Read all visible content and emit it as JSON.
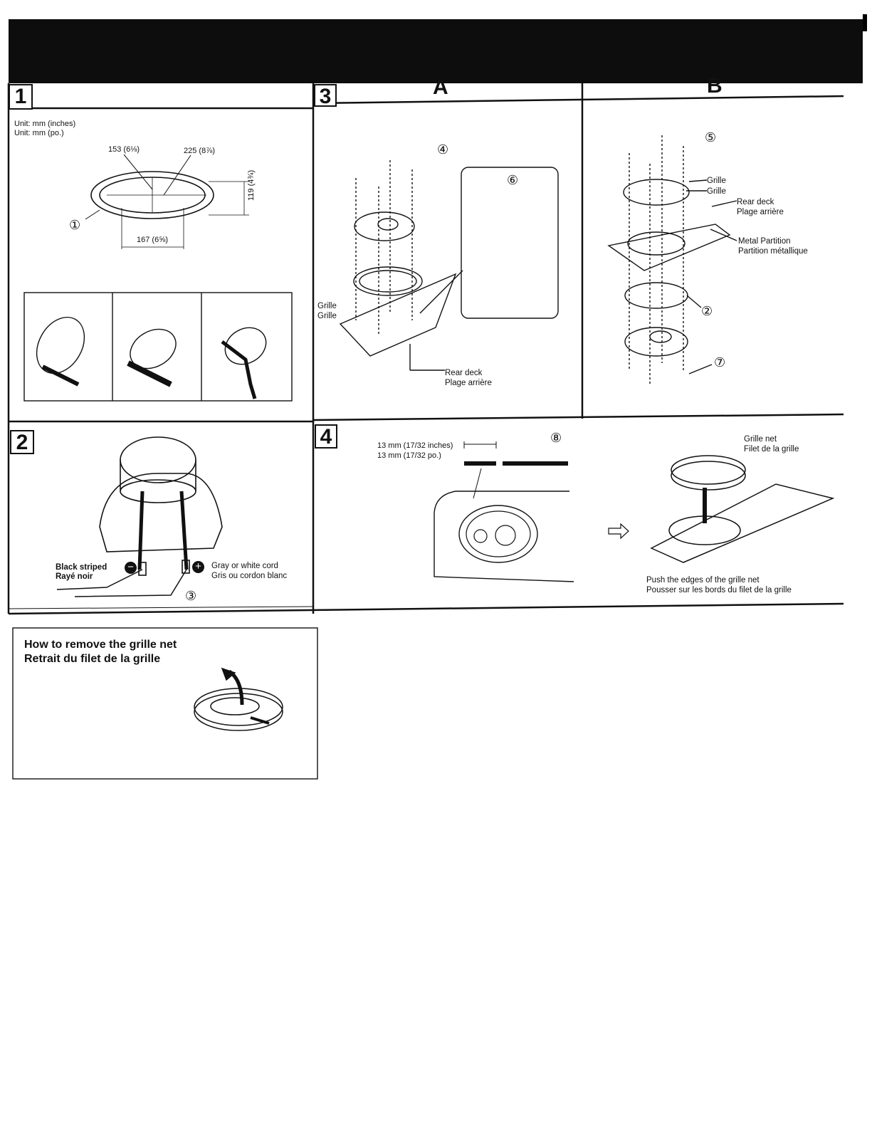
{
  "sections": {
    "s1": {
      "number": "1"
    },
    "s2": {
      "number": "2"
    },
    "s3": {
      "number": "3",
      "col_a": "A",
      "col_b": "B"
    },
    "s4": {
      "number": "4"
    }
  },
  "section1": {
    "unit_en": "Unit: mm (inches)",
    "unit_fr": "Unit: mm (po.)",
    "dim_153": "153 (6⅛)",
    "dim_225": "225 (8⅞)",
    "dim_119": "119 (4¾)",
    "dim_167": "167 (6⅝)",
    "callout_1": "①"
  },
  "section3a": {
    "callout_4": "④",
    "callout_6": "⑥",
    "grille_en": "Grille",
    "grille_fr": "Grille",
    "rear_deck_en": "Rear deck",
    "rear_deck_fr": "Plage arrière"
  },
  "section3b": {
    "callout_5": "⑤",
    "grille_en": "Grille",
    "grille_fr": "Grille",
    "rear_deck_en": "Rear deck",
    "rear_deck_fr": "Plage arrière",
    "metal_en": "Metal Partition",
    "metal_fr": "Partition métallique",
    "callout_2": "②",
    "callout_7": "⑦"
  },
  "section2": {
    "black_en": "Black striped",
    "black_fr": "Rayé noir",
    "gray_en": "Gray or white cord",
    "gray_fr": "Gris ou cordon blanc",
    "callout_3": "③"
  },
  "section4": {
    "dim_en": "13 mm (17/32 inches)",
    "dim_fr": "13 mm (17/32 po.)",
    "callout_8": "⑧",
    "grille_net_en": "Grille net",
    "grille_net_fr": "Filet de la grille",
    "push_en": "Push the edges of the grille net",
    "push_fr": "Pousser sur les bords du filet de la grille"
  },
  "remove_box": {
    "title_en": "How to remove the grille net",
    "title_fr": "Retrait du filet de la grille"
  }
}
